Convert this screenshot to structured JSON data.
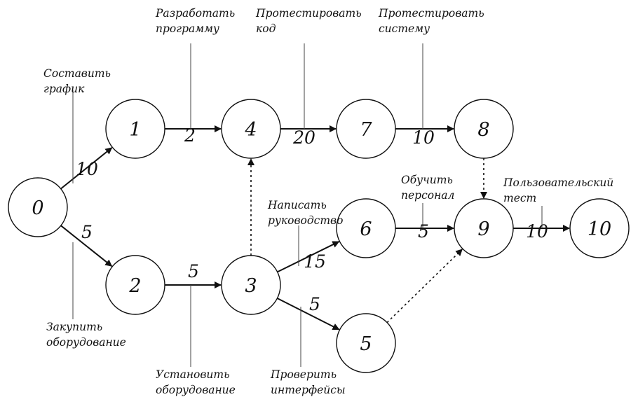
{
  "nodes": [
    {
      "id": "0",
      "label": "0"
    },
    {
      "id": "1",
      "label": "1"
    },
    {
      "id": "2",
      "label": "2"
    },
    {
      "id": "3",
      "label": "3"
    },
    {
      "id": "4",
      "label": "4"
    },
    {
      "id": "5",
      "label": "5"
    },
    {
      "id": "6",
      "label": "6"
    },
    {
      "id": "7",
      "label": "7"
    },
    {
      "id": "8",
      "label": "8"
    },
    {
      "id": "9",
      "label": "9"
    },
    {
      "id": "10",
      "label": "10"
    }
  ],
  "edges": [
    {
      "from": "0",
      "to": "1",
      "weight": "10",
      "task": "Составить\nграфик"
    },
    {
      "from": "0",
      "to": "2",
      "weight": "5",
      "task": "Закупить\nоборудование"
    },
    {
      "from": "1",
      "to": "4",
      "weight": "2",
      "task": "Разработать\nпрограмму"
    },
    {
      "from": "2",
      "to": "3",
      "weight": "5",
      "task": "Установить\nоборудование"
    },
    {
      "from": "4",
      "to": "7",
      "weight": "20",
      "task": "Протестировать\nкод"
    },
    {
      "from": "7",
      "to": "8",
      "weight": "10",
      "task": "Протестировать\nсистему"
    },
    {
      "from": "3",
      "to": "6",
      "weight": "15",
      "task": "Написать\nруководство"
    },
    {
      "from": "3",
      "to": "5",
      "weight": "5",
      "task": "Проверить\nинтерфейсы"
    },
    {
      "from": "6",
      "to": "9",
      "weight": "5",
      "task": "Обучить\nперсонал"
    },
    {
      "from": "9",
      "to": "10",
      "weight": "10",
      "task": "Пользовательский\nтест"
    },
    {
      "from": "3",
      "to": "4",
      "dummy": true
    },
    {
      "from": "8",
      "to": "9",
      "dummy": true
    },
    {
      "from": "5",
      "to": "9",
      "dummy": true
    }
  ]
}
